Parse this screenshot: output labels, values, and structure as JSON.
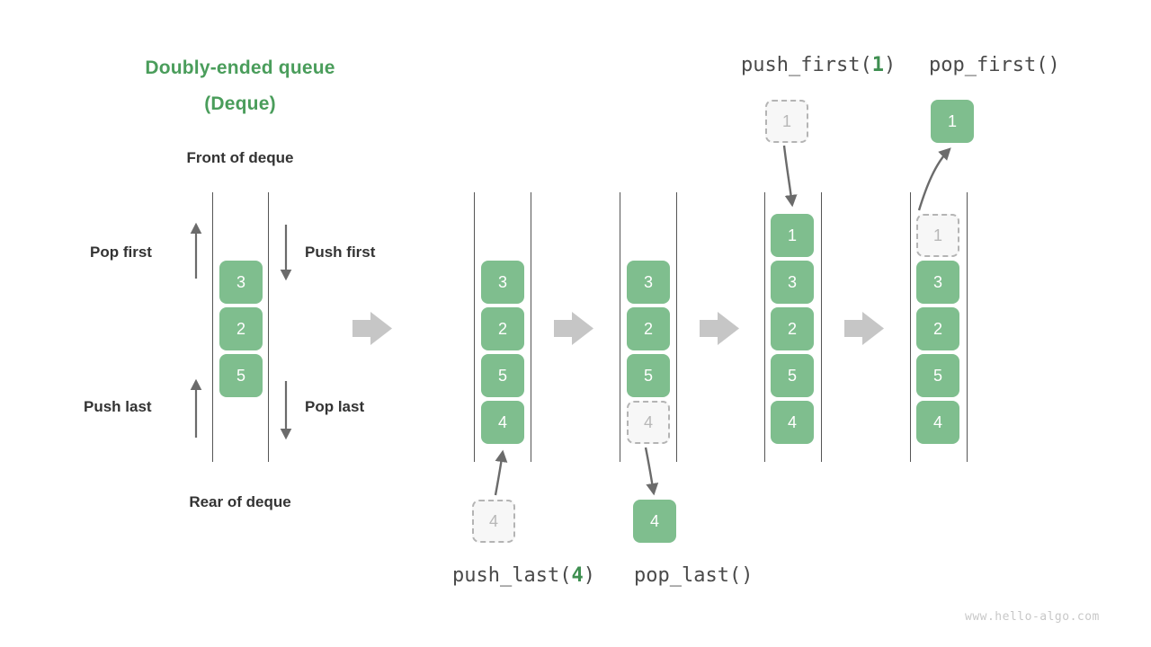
{
  "title": {
    "line1": "Doubly-ended queue",
    "line2": "(Deque)",
    "color": "#4a9d5b"
  },
  "labels": {
    "front": "Front of deque",
    "rear": "Rear of deque",
    "pop_first": "Pop first",
    "push_first": "Push first",
    "push_last": "Push last",
    "pop_last": "Pop last"
  },
  "operations": {
    "push_first": {
      "name": "push_first(",
      "arg": "1",
      "close": ")"
    },
    "pop_first": {
      "name": "pop_first()",
      "arg": "",
      "close": ""
    },
    "push_last": {
      "name": "push_last(",
      "arg": "4",
      "close": ")"
    },
    "pop_last": {
      "name": "pop_last()",
      "arg": "",
      "close": ""
    }
  },
  "colors": {
    "green_fill": "#7fbe8e",
    "green_text": "#3f8f51",
    "ghost_fill": "#f7f7f7",
    "ghost_border": "#b4b4b4",
    "ghost_text": "#b8b8b8",
    "rail": "#555555",
    "arrow_gray": "#c6c6c6",
    "arrow_dark": "#6b6b6b",
    "text": "#333333"
  },
  "deques": [
    {
      "id": "deque-initial",
      "cells": [
        {
          "value": "3",
          "state": "solid"
        },
        {
          "value": "2",
          "state": "solid"
        },
        {
          "value": "5",
          "state": "solid"
        }
      ]
    },
    {
      "id": "deque-after-push-last",
      "cells": [
        {
          "value": "3",
          "state": "solid"
        },
        {
          "value": "2",
          "state": "solid"
        },
        {
          "value": "5",
          "state": "solid"
        },
        {
          "value": "4",
          "state": "solid"
        }
      ]
    },
    {
      "id": "deque-before-pop-last",
      "cells": [
        {
          "value": "3",
          "state": "solid"
        },
        {
          "value": "2",
          "state": "solid"
        },
        {
          "value": "5",
          "state": "solid"
        },
        {
          "value": "4",
          "state": "ghost"
        }
      ]
    },
    {
      "id": "deque-after-push-first",
      "cells": [
        {
          "value": "1",
          "state": "solid"
        },
        {
          "value": "3",
          "state": "solid"
        },
        {
          "value": "2",
          "state": "solid"
        },
        {
          "value": "5",
          "state": "solid"
        },
        {
          "value": "4",
          "state": "solid"
        }
      ]
    },
    {
      "id": "deque-before-pop-first",
      "cells": [
        {
          "value": "1",
          "state": "ghost"
        },
        {
          "value": "3",
          "state": "solid"
        },
        {
          "value": "2",
          "state": "solid"
        },
        {
          "value": "5",
          "state": "solid"
        },
        {
          "value": "4",
          "state": "solid"
        }
      ]
    }
  ],
  "floating_cells": {
    "push_last_in": {
      "value": "4",
      "state": "ghost"
    },
    "pop_last_out": {
      "value": "4",
      "state": "solid"
    },
    "push_first_in": {
      "value": "1",
      "state": "ghost"
    },
    "pop_first_out": {
      "value": "1",
      "state": "solid"
    }
  },
  "watermark": "www.hello-algo.com"
}
